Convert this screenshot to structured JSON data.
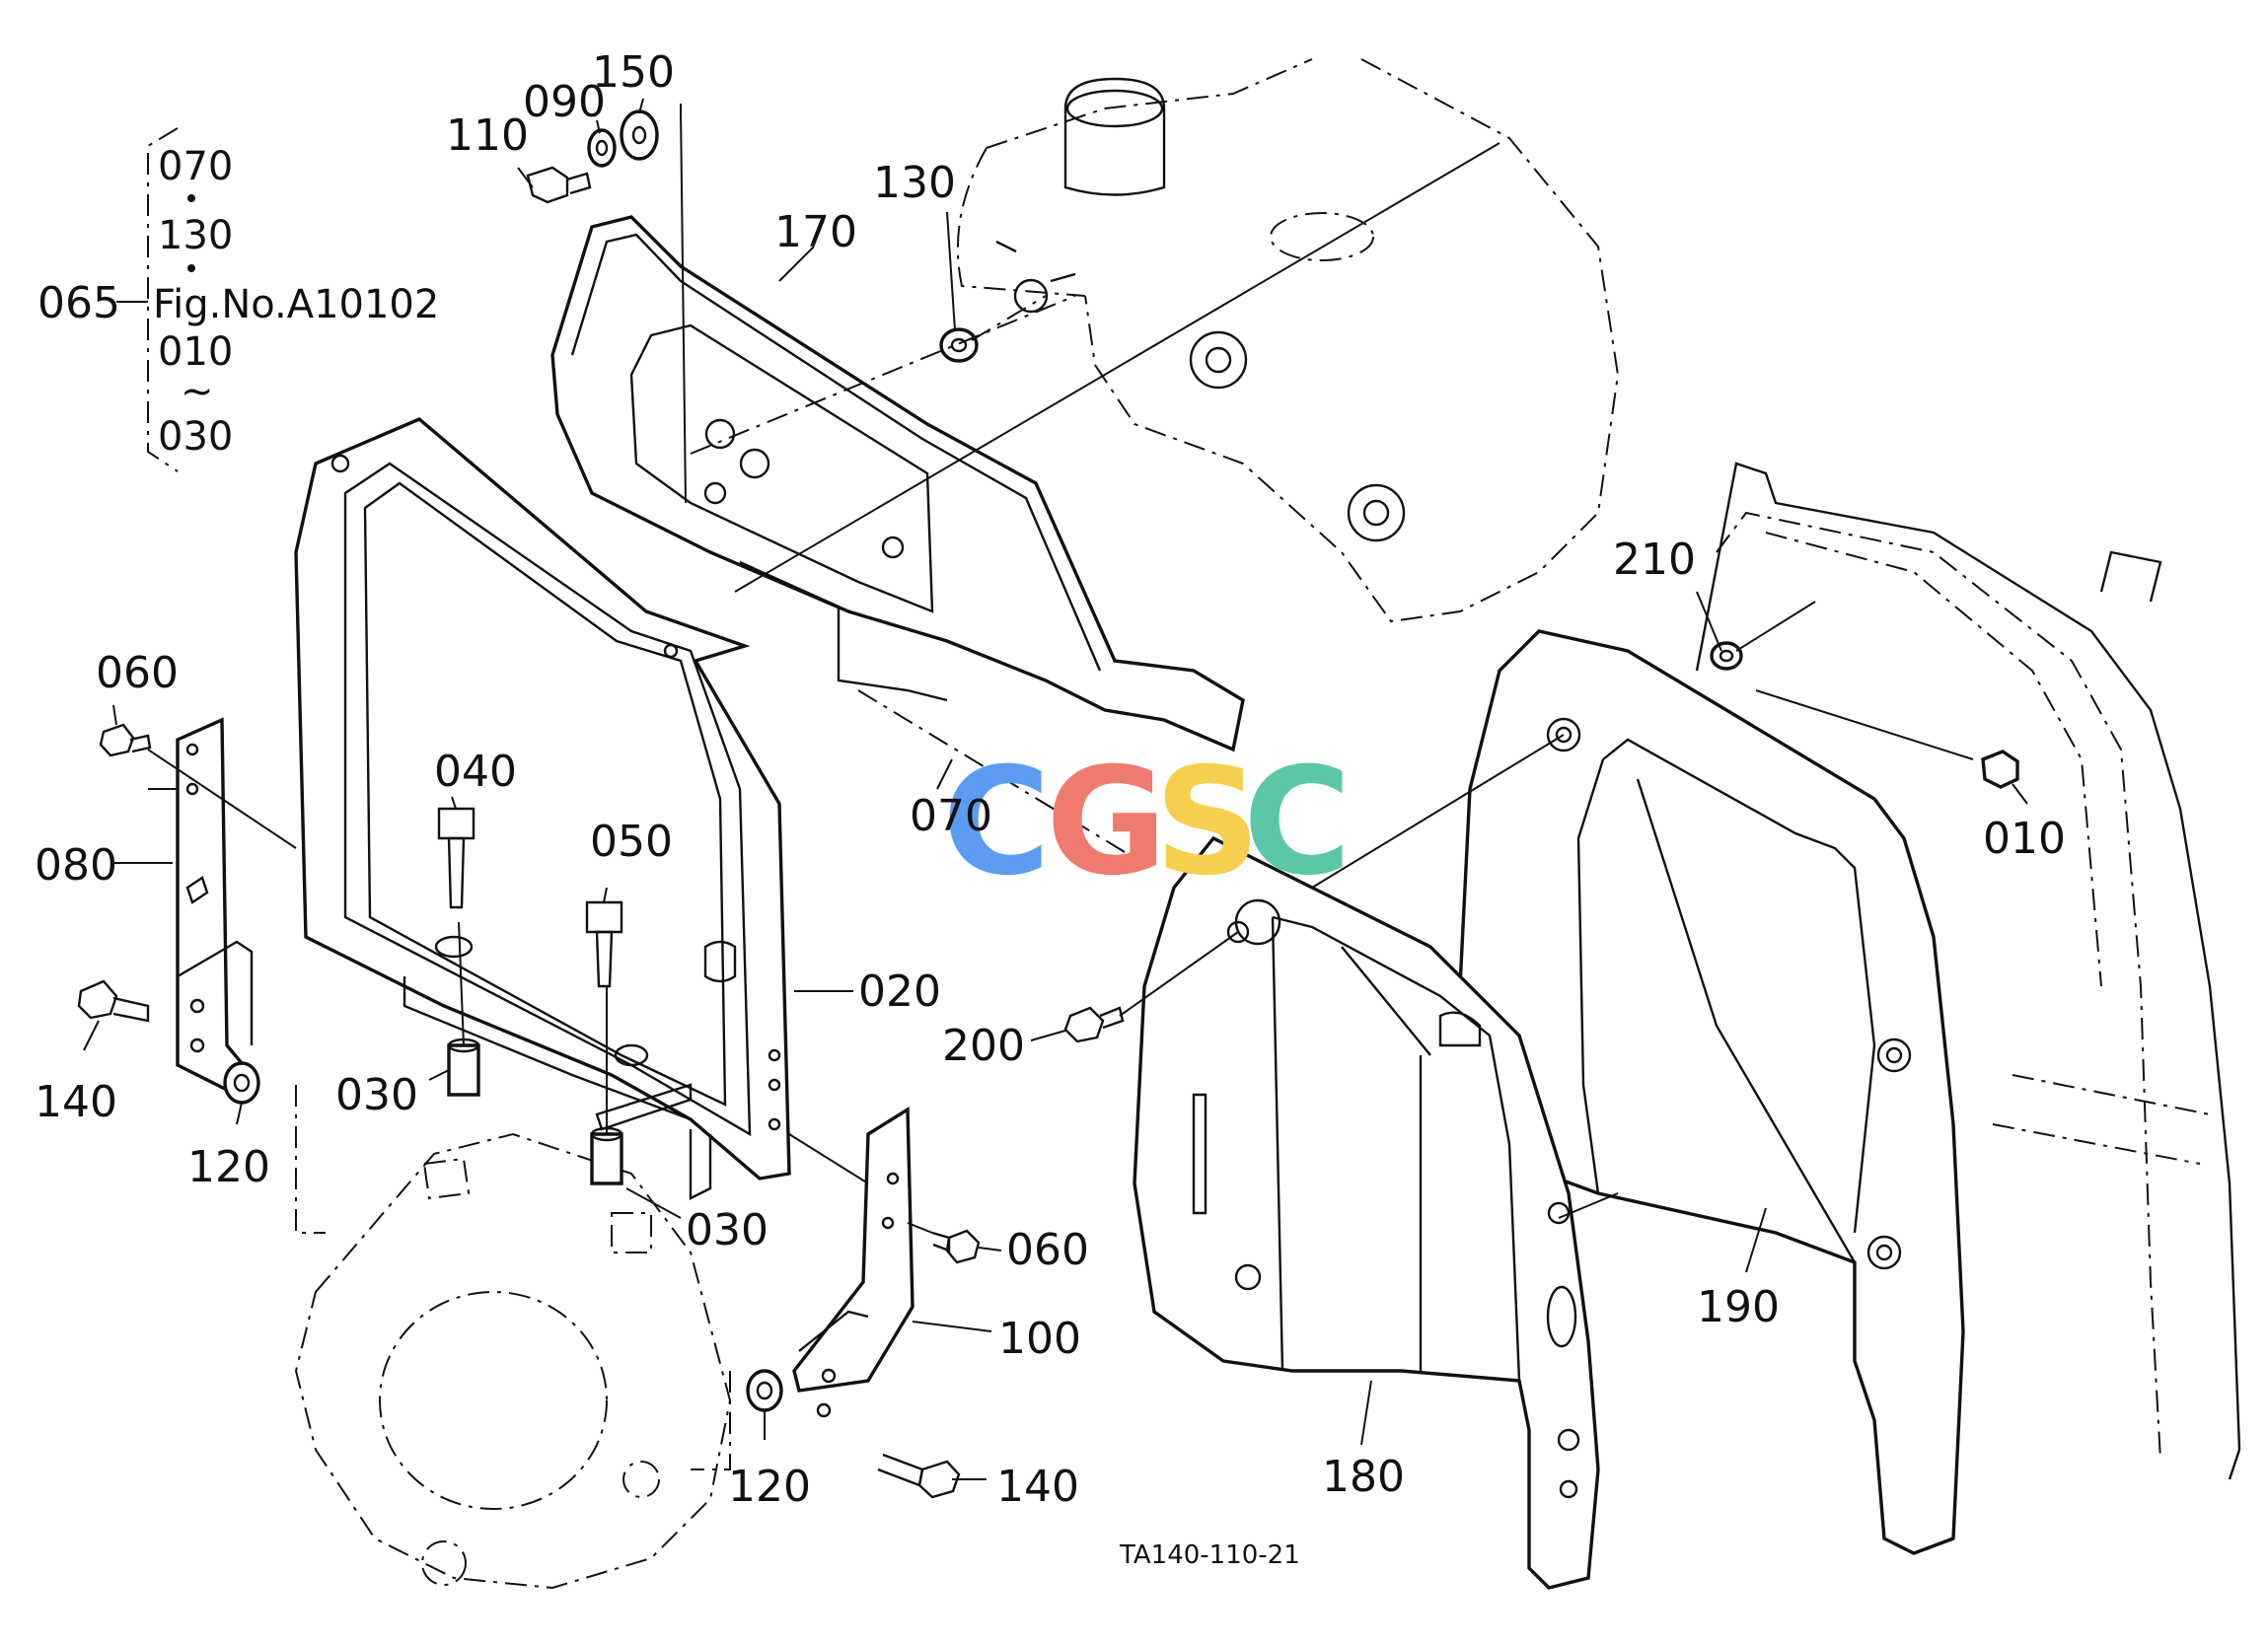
{
  "callouts": {
    "p010": "010",
    "p020": "020",
    "p030a": "030",
    "p030b": "030",
    "p040": "040",
    "p050": "050",
    "p060a": "060",
    "p060b": "060",
    "p065": "065",
    "p070": "070",
    "p080": "080",
    "p090": "090",
    "p100": "100",
    "p110": "110",
    "p120a": "120",
    "p120b": "120",
    "p130": "130",
    "p140a": "140",
    "p140b": "140",
    "p150": "150",
    "p170": "170",
    "p180": "180",
    "p190": "190",
    "p200": "200",
    "p210": "210"
  },
  "assembly_group": {
    "item_1": "070",
    "item_2": "130",
    "figure_ref": "Fig.No.A10102",
    "range_start": "010",
    "range_tilde": "~",
    "range_end": "030"
  },
  "drawing_code": "TA140-110-21",
  "watermark": {
    "letters": [
      "C",
      "G",
      "S",
      "C"
    ],
    "colors": [
      "#5b9cf2",
      "#ef7b6e",
      "#f5d04f",
      "#5bc7a8"
    ]
  }
}
